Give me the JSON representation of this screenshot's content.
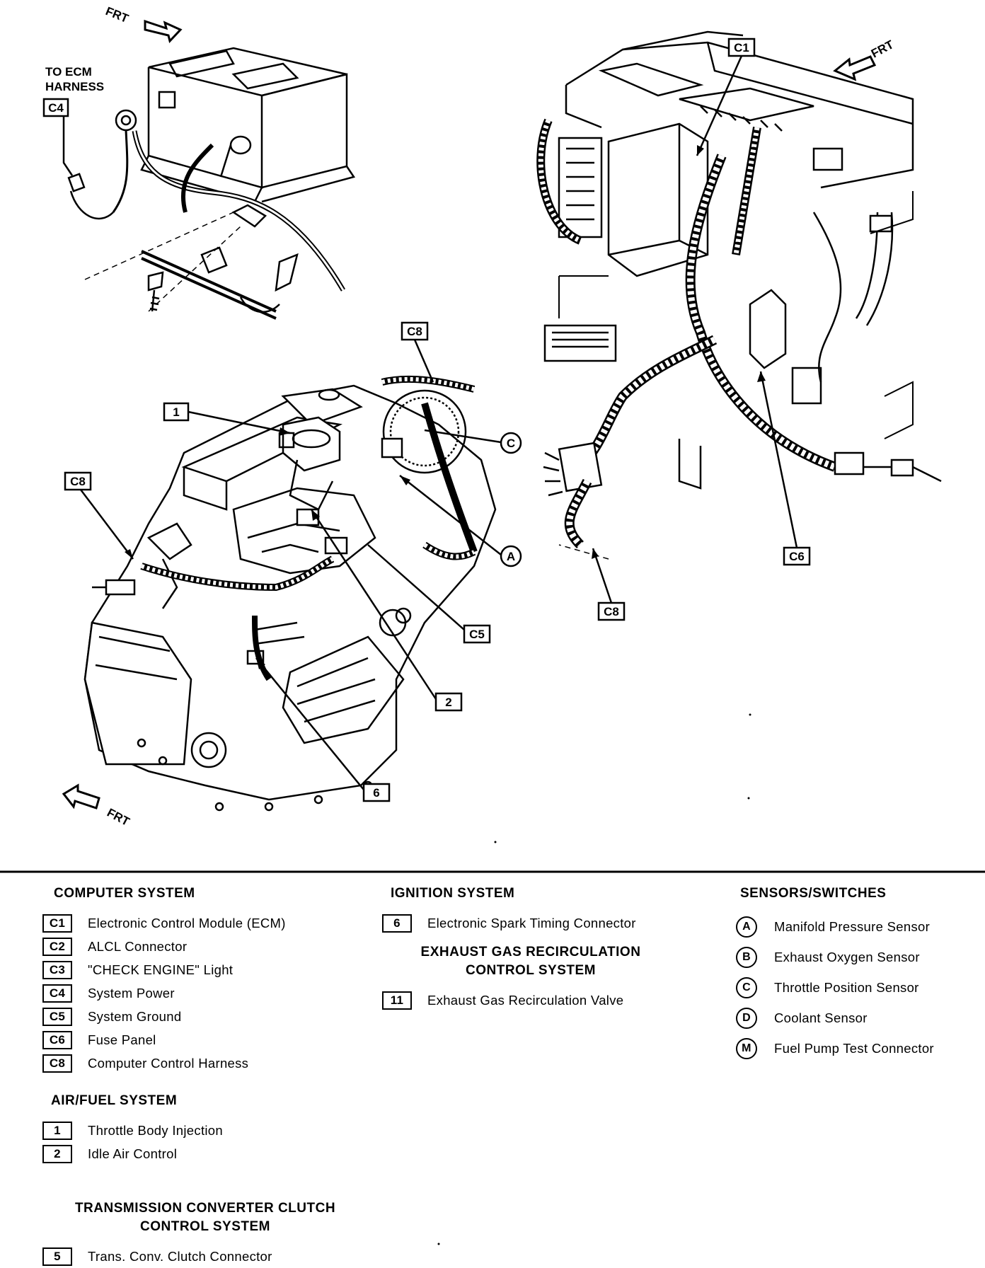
{
  "diagram": {
    "frt_label": "FRT",
    "to_ecm_harness": [
      "TO ECM",
      "HARNESS"
    ],
    "callouts": {
      "c1": "C1",
      "c4": "C4",
      "c5": "C5",
      "c6": "C6",
      "c8": "C8",
      "n1": "1",
      "n2": "2",
      "n6": "6",
      "a": "A",
      "c": "C"
    }
  },
  "legend": {
    "computer_system": {
      "title": "COMPUTER SYSTEM",
      "items": [
        {
          "key": "C1",
          "label": "Electronic Control Module (ECM)"
        },
        {
          "key": "C2",
          "label": "ALCL Connector"
        },
        {
          "key": "C3",
          "label": "\"CHECK ENGINE\" Light"
        },
        {
          "key": "C4",
          "label": "System Power"
        },
        {
          "key": "C5",
          "label": "System Ground"
        },
        {
          "key": "C6",
          "label": "Fuse Panel"
        },
        {
          "key": "C8",
          "label": "Computer Control Harness"
        }
      ]
    },
    "air_fuel_system": {
      "title": "AIR/FUEL SYSTEM",
      "items": [
        {
          "key": "1",
          "label": "Throttle Body Injection"
        },
        {
          "key": "2",
          "label": "Idle Air Control"
        }
      ]
    },
    "tcc_system": {
      "title_line1": "TRANSMISSION CONVERTER CLUTCH",
      "title_line2": "CONTROL SYSTEM",
      "items": [
        {
          "key": "5",
          "label": "Trans. Conv. Clutch Connector"
        }
      ]
    },
    "ignition_system": {
      "title": "IGNITION SYSTEM",
      "items": [
        {
          "key": "6",
          "label": "Electronic Spark Timing Connector"
        }
      ]
    },
    "egr_system": {
      "title_line1": "EXHAUST GAS RECIRCULATION",
      "title_line2": "CONTROL SYSTEM",
      "items": [
        {
          "key": "11",
          "label": "Exhaust Gas Recirculation Valve"
        }
      ]
    },
    "sensors_switches": {
      "title": "SENSORS/SWITCHES",
      "items": [
        {
          "key": "A",
          "label": "Manifold Pressure Sensor"
        },
        {
          "key": "B",
          "label": "Exhaust Oxygen Sensor"
        },
        {
          "key": "C",
          "label": "Throttle Position Sensor"
        },
        {
          "key": "D",
          "label": "Coolant Sensor"
        },
        {
          "key": "M",
          "label": "Fuel Pump Test Connector"
        }
      ]
    }
  }
}
